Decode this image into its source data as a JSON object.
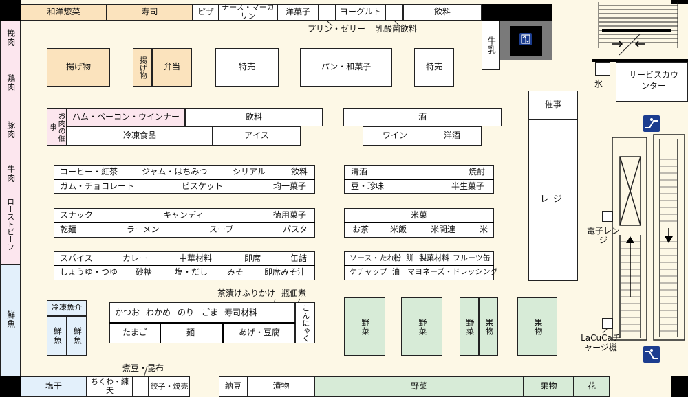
{
  "top_sections": [
    "和洋惣菜",
    "寿司",
    "ピザ",
    "チーズ・マーガリン",
    "洋菓子",
    "ヨーグルト",
    "飲料"
  ],
  "top_callouts": [
    "プリン・ゼリー",
    "乳酸菌飲料"
  ],
  "left_wall": [
    "挽肉",
    "鶏肉",
    "豚肉",
    "牛肉",
    "ローストビーフ",
    "鮮魚"
  ],
  "right_area": {
    "milk": "牛乳",
    "ice": "氷",
    "service": "サービスカウンター",
    "event": "催事",
    "register": "レジ",
    "microwave": "電子レンジ",
    "charge": "LaCuCaチャージ機"
  },
  "islands": {
    "agemono": "揚げ物",
    "age2": "揚げ物",
    "bento": "弁当",
    "tokubai1": "特売",
    "pan": "パン・和菓子",
    "tokubai2": "特売"
  },
  "row1": {
    "meat_event": "お肉の催事",
    "ham": "ハム・ベーコン・ウインナー",
    "drink": "飲料",
    "frozen": "冷凍食品",
    "ice_cream": "アイス",
    "sake": "酒",
    "wine": "ワイン",
    "yoshu": "洋酒"
  },
  "aisle_a": {
    "top": [
      "コーヒー・紅茶",
      "ジャム・はちみつ",
      "シリアル",
      "飲料"
    ],
    "bottom": [
      "ガム・チョコレート",
      "ビスケット",
      "均一菓子"
    ]
  },
  "aisle_b": {
    "top": [
      "スナック",
      "キャンディ",
      "徳用菓子"
    ],
    "bottom": [
      "乾麺",
      "ラーメン",
      "スープ",
      "パスタ"
    ]
  },
  "aisle_c": {
    "top": [
      "スパイス",
      "カレー",
      "中華材料",
      "即席",
      "缶詰"
    ],
    "bottom": [
      "しょうゆ・つゆ",
      "砂糖",
      "塩・だし",
      "みそ",
      "即席みそ汁"
    ]
  },
  "aisle_d": {
    "top": [
      "清酒",
      "焼酎"
    ],
    "bottom": [
      "豆・珍味",
      "半生菓子"
    ]
  },
  "aisle_e": {
    "top": [
      "米菓"
    ],
    "bottom": [
      "お茶",
      "米飯",
      "米関連",
      "米"
    ]
  },
  "aisle_f": {
    "top": [
      "ソース・たれ",
      "粉",
      "餅",
      "製菓材料",
      "フルーツ缶"
    ],
    "bottom": [
      "ケチャップ",
      "油",
      "マヨネーズ・ドレッシング"
    ]
  },
  "fish_area": {
    "frozen_fish": "冷凍魚介",
    "fish1": "鮮魚",
    "fish2": "鮮魚"
  },
  "bottom_block": {
    "callout1": "茶漬けふりかけ",
    "callout2": "瓶佃煮",
    "top": [
      "かつお",
      "わかめ",
      "のり",
      "ごま",
      "寿司材料"
    ],
    "bottom": [
      "たまご",
      "麺",
      "あげ・豆腐"
    ],
    "konnyaku": "こんにゃく"
  },
  "produce": {
    "v1": "野菜",
    "v2": "野菜",
    "v3": "野菜",
    "f1": "果物",
    "f2": "果物"
  },
  "bottom_wall": {
    "callout": "煮豆・昆布",
    "items": [
      "塩干",
      "ちくわ・練天",
      "餃子・焼売",
      "納豆",
      "漬物",
      "野菜",
      "果物",
      "花"
    ]
  },
  "colors": {
    "floor": "#fdf8e6",
    "tan": "#fbe3bd",
    "pink": "#fce6ee",
    "blue": "#e3f0fb",
    "green": "#d7ebd7",
    "icon": "#1c3d8f"
  }
}
